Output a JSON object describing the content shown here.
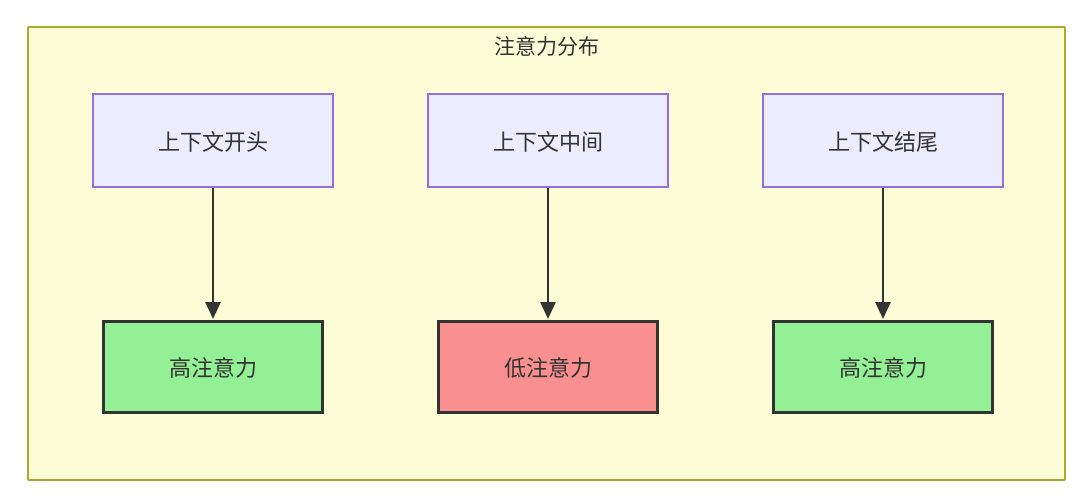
{
  "diagram": {
    "title": "注意力分布",
    "columns": [
      {
        "source": "上下文开头",
        "target": "高注意力",
        "level": "high"
      },
      {
        "source": "上下文中间",
        "target": "低注意力",
        "level": "low"
      },
      {
        "source": "上下文结尾",
        "target": "高注意力",
        "level": "high"
      }
    ],
    "colors": {
      "subgraph_bg": "#fcfcd6",
      "subgraph_border": "#aaaa33",
      "source_bg": "#ececff",
      "source_border": "#9370db",
      "high_bg": "#94f094",
      "low_bg": "#fa8f8f",
      "result_border": "#333333",
      "arrow": "#333333",
      "text": "#333333",
      "canvas_bg": "#ffffff"
    }
  }
}
